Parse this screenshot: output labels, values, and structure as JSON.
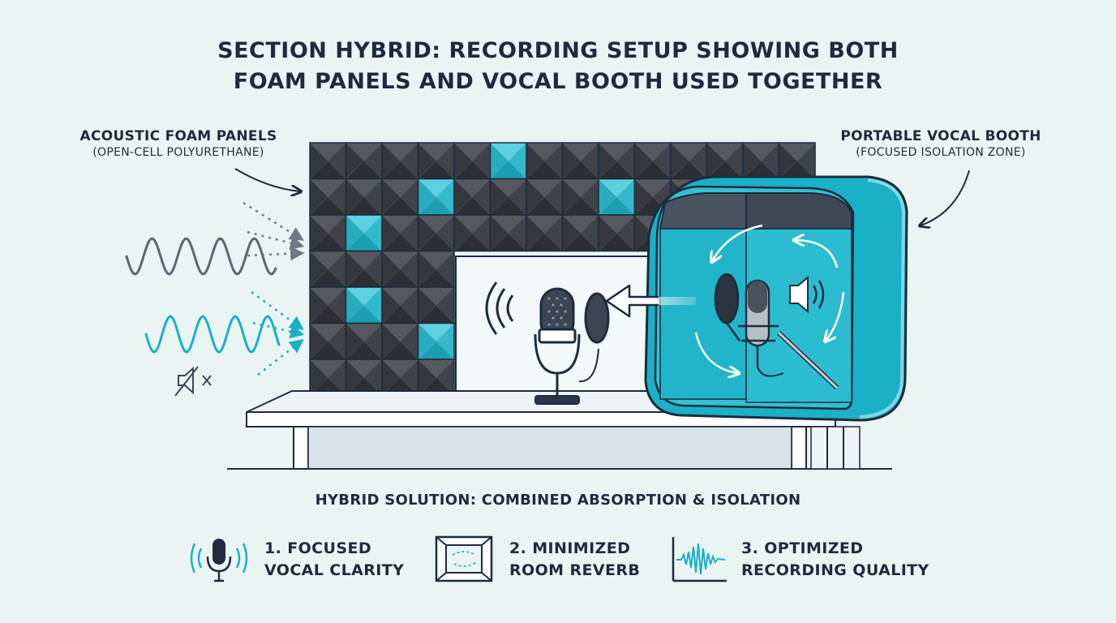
{
  "title": {
    "line1": "SECTION HYBRID: RECORDING SETUP SHOWING BOTH",
    "line2": "FOAM PANELS AND VOCAL BOOTH USED TOGETHER"
  },
  "labels": {
    "foam": {
      "main": "ACOUSTIC FOAM PANELS",
      "sub": "(OPEN-CELL POLYURETHANE)"
    },
    "booth": {
      "main": "PORTABLE VOCAL BOOTH",
      "sub": "(FOCUSED ISOLATION ZONE)"
    }
  },
  "subtitle": "HYBRID SOLUTION: COMBINED ABSORPTION & ISOLATION",
  "benefits": [
    {
      "line1": "1. FOCUSED",
      "line2": "VOCAL CLARITY",
      "icon": "microphone-icon"
    },
    {
      "line1": "2. MINIMIZED",
      "line2": "ROOM REVERB",
      "icon": "room-icon"
    },
    {
      "line1": "3. OPTIMIZED",
      "line2": "RECORDING QUALITY",
      "icon": "waveform-icon"
    }
  ],
  "colors": {
    "background": "#eaf5f3",
    "accent": "#1ab0c6",
    "foam_dark": "#3b3d42",
    "navy": "#1d2b3d"
  }
}
